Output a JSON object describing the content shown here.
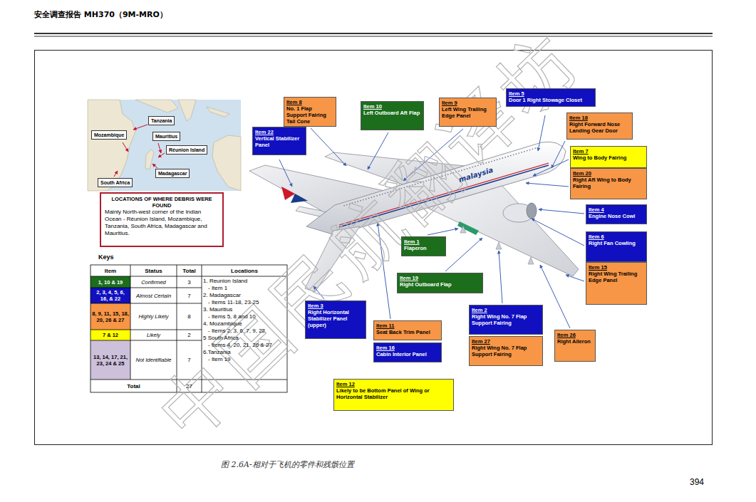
{
  "diagram": {
    "caption": "图 2.6A-相对于飞机的零件和残骸位置",
    "nodes": [
      {
        "text": [
          "Tanzania"
        ]
      },
      {
        "text": [
          "Mozambique"
        ]
      },
      {
        "text": [
          "Mauritius"
        ]
      },
      {
        "text": [
          "Réunion Island"
        ]
      },
      {
        "text": [
          "Madagascar"
        ]
      },
      {
        "text": [
          "South Africa"
        ]
      },
      {
        "text": [
          "LOCATIONS OF WHERE DEBRIS WERE FOUND",
          "Mainly North-west corner of the Indian Ocean - Réunion Island, Mozambique, Tanzania, South Africa, Madagascar and Mauritius."
        ]
      },
      {
        "text": [
          "Item 8",
          "No. 1 Flap Support Fairing Tail Cone"
        ]
      },
      {
        "text": [
          "Item 10",
          "Left Outboard Aft Flap"
        ]
      },
      {
        "text": [
          "Item 9",
          "Left Wing Trailing Edge Panel"
        ]
      },
      {
        "text": [
          "Item 5",
          "Door 1 Right Stowage Closet"
        ]
      },
      {
        "text": [
          "Item 18",
          "Right Forward Nose Landing Gear Door"
        ]
      },
      {
        "text": [
          "Item 22",
          "Vertical Stabilizer Panel"
        ]
      },
      {
        "text": [
          "Item 7",
          "Wing to Body Fairing"
        ]
      },
      {
        "text": [
          "Item 20",
          "Right Aft Wing to Body Fairing"
        ]
      },
      {
        "text": [
          "Item 4",
          "Engine Nose Cowl"
        ]
      },
      {
        "text": [
          "Item 6",
          "Right Fan Cowling"
        ]
      },
      {
        "text": [
          "Item 15",
          "Right Wing Trailing Edge Panel"
        ]
      },
      {
        "text": [
          "Item 1",
          "Flaperon"
        ]
      },
      {
        "text": [
          "Item 19",
          "Right Outboard Flap"
        ]
      },
      {
        "text": [
          "Item 3",
          "Right Horizontal Stabilizer Panel (upper)"
        ]
      },
      {
        "text": [
          "Item 11",
          "Seat Back Trim Panel"
        ]
      },
      {
        "text": [
          "Item 16",
          "Cabin Interior Panel"
        ]
      },
      {
        "text": [
          "Item 2",
          "Right Wing No. 7 Flap Support Fairing"
        ]
      },
      {
        "text": [
          "Item 27",
          "Right Wing No. 7 Flap Support Fairing"
        ]
      },
      {
        "text": [
          "Item 26",
          "Right Aileron"
        ]
      },
      {
        "text": [
          "Item 12",
          "Likely to be Bottom Panel of Wing or Horizontal Stabilizer"
        ]
      }
    ],
    "labels": [
      "安全调查报告 MH370（9M-MRO）",
      "Keys",
      "Item",
      "Status",
      "Total",
      "Locations",
      "1, 10 & 19",
      "Confirmed",
      "3",
      "2, 3, 4, 5, 6, 16, & 22",
      "Almost Certain",
      "7",
      "8, 9, 11, 15, 18, 20, 26 & 27",
      "Highly Likely",
      "8",
      "7 & 12",
      "Likely",
      "2",
      "13, 14, 17, 21, 23, 24 & 25",
      "Not Identifiable",
      "7",
      "Total",
      "27",
      "1. Reunion Island",
      "- Item 1",
      "2. Madagascar",
      "- Items 11-18, 23-25",
      "3. Mauritius",
      "- Items 5, 8 and 10",
      "4. Mozambique",
      "- Items 2, 3, 6, 7, 9, 22",
      "5 South Africa",
      "- Items 4, 20, 21, 26 & 27",
      "6.Tanzania",
      "- Item 19",
      "394",
      "中国民航翻译坊",
      "malaysia"
    ]
  }
}
